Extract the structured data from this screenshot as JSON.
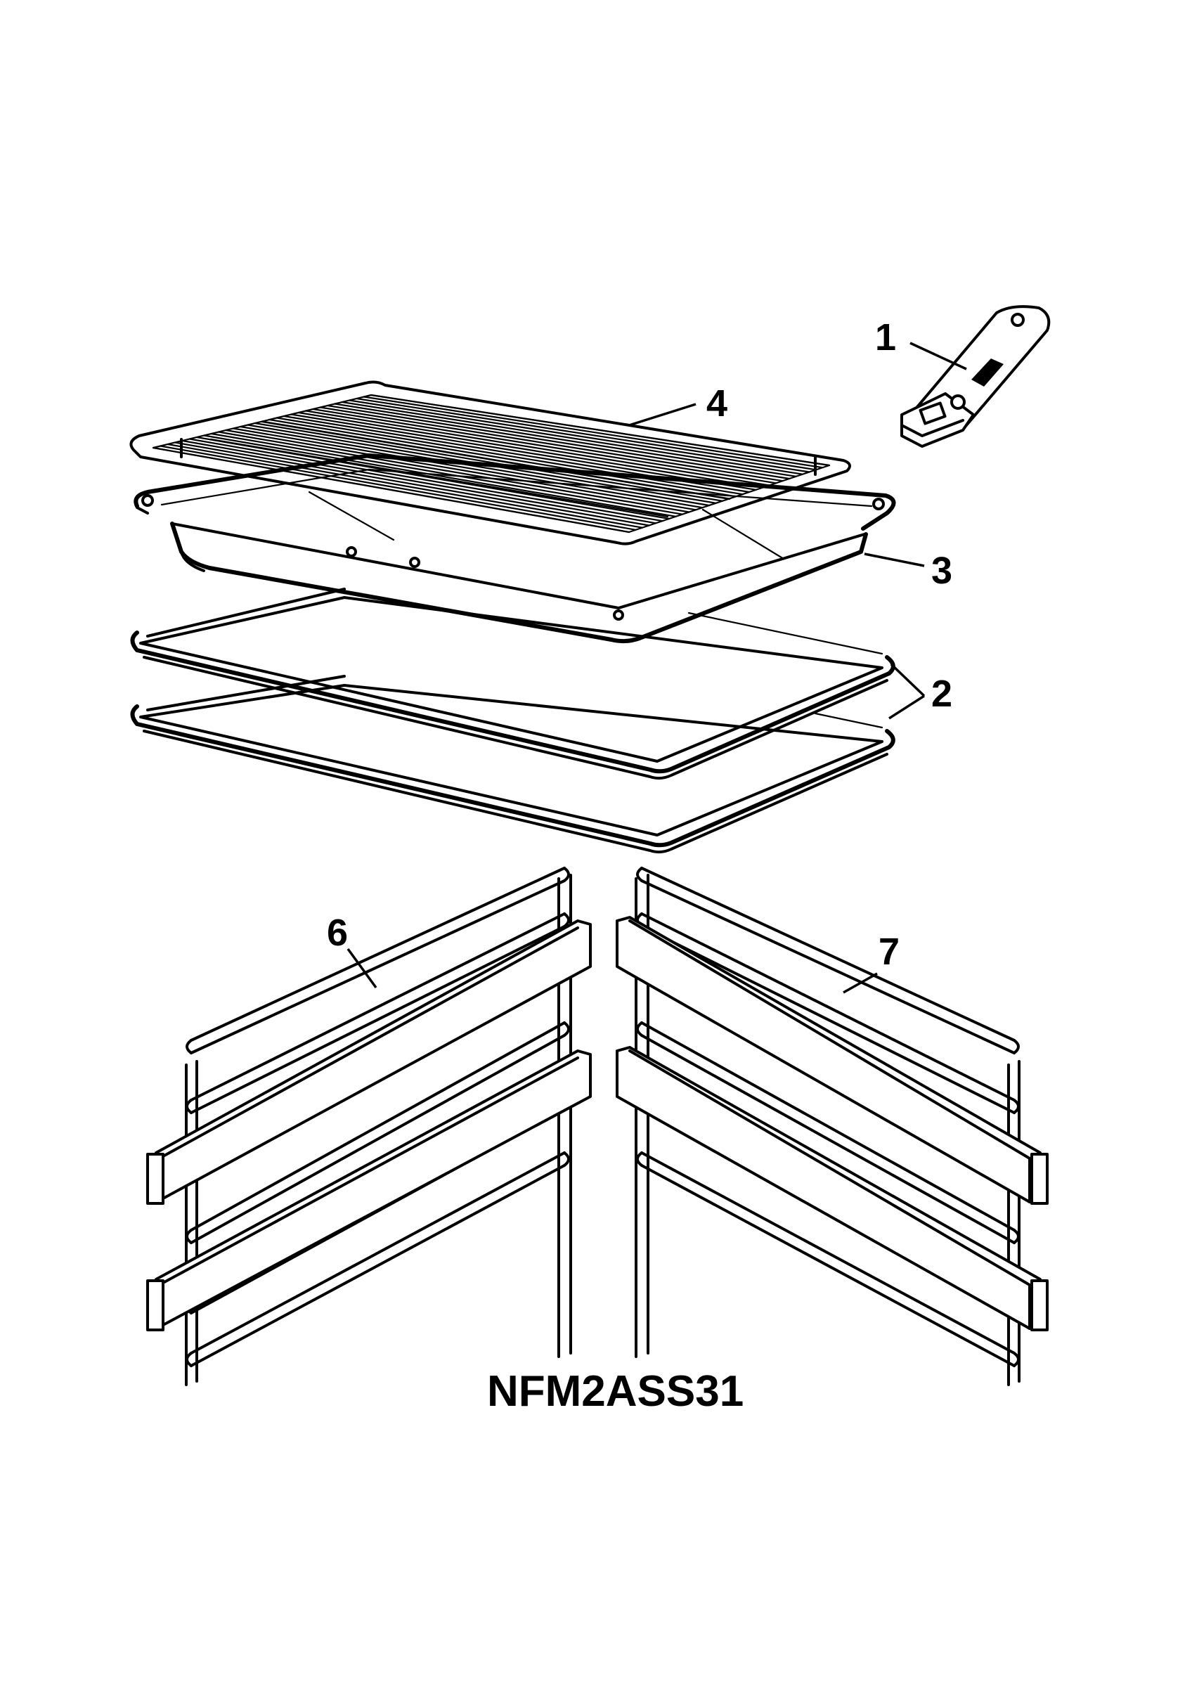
{
  "diagram": {
    "model_code": "NFM2ASS31",
    "callouts": [
      {
        "id": "1",
        "label": "1"
      },
      {
        "id": "2",
        "label": "2"
      },
      {
        "id": "3",
        "label": "3"
      },
      {
        "id": "4",
        "label": "4"
      },
      {
        "id": "6",
        "label": "6"
      },
      {
        "id": "7",
        "label": "7"
      }
    ]
  }
}
